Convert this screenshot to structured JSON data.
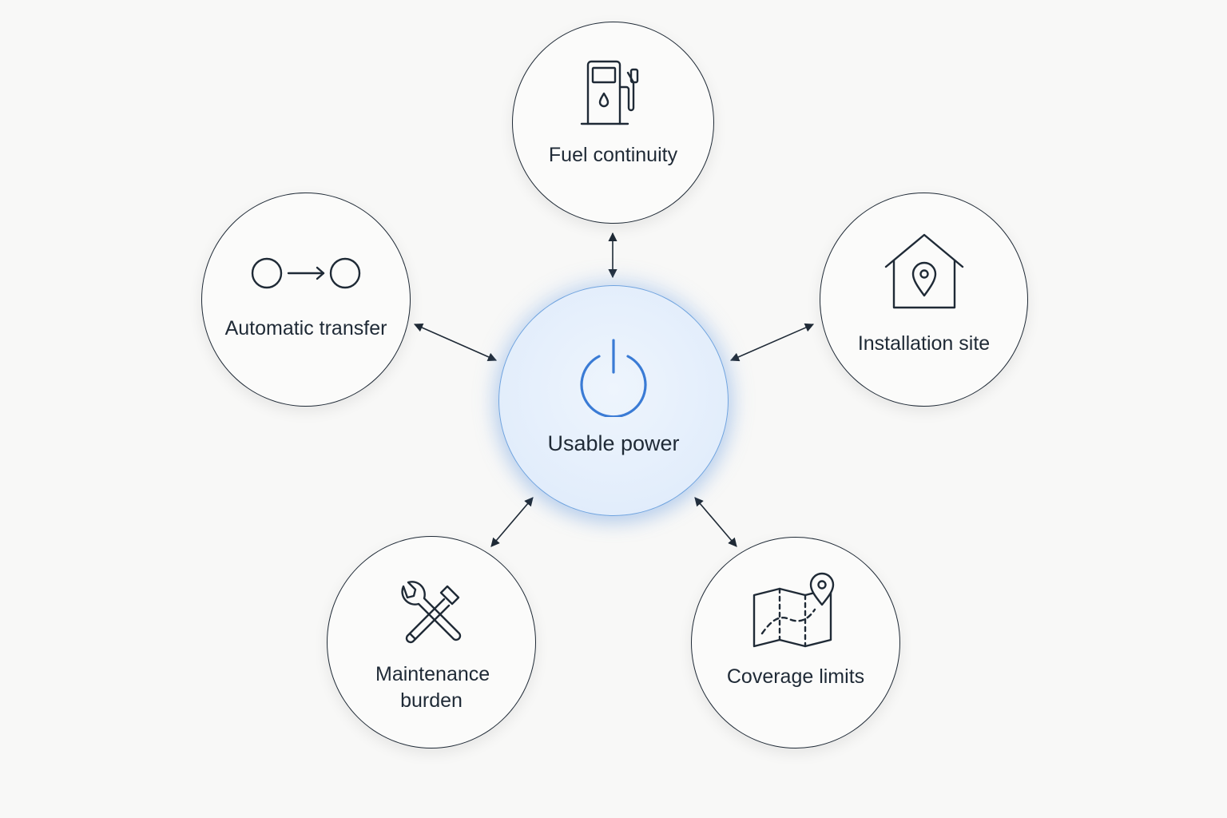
{
  "center": {
    "label": "Usable power",
    "icon": "power-icon"
  },
  "factors": [
    {
      "label": "Fuel continuity",
      "icon": "fuel-pump-icon"
    },
    {
      "label": "Installation site",
      "icon": "house-location-icon"
    },
    {
      "label": "Coverage limits",
      "icon": "map-pin-icon"
    },
    {
      "label": "Maintenance burden",
      "icon": "wrench-screwdriver-icon"
    },
    {
      "label": "Automatic transfer",
      "icon": "transfer-arrow-icon"
    }
  ],
  "colors": {
    "background": "#f8f8f7",
    "stroke": "#1f2a36",
    "accent": "#3a7bd5",
    "center_fill": "#e2edfb"
  }
}
